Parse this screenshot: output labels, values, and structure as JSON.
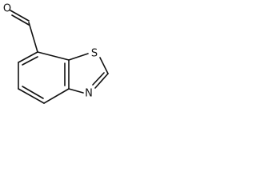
{
  "structure": {
    "atoms": {
      "aldehyde_oxygen": "O",
      "ring_sulfur": "S",
      "ring_nitrogen": "N"
    }
  }
}
